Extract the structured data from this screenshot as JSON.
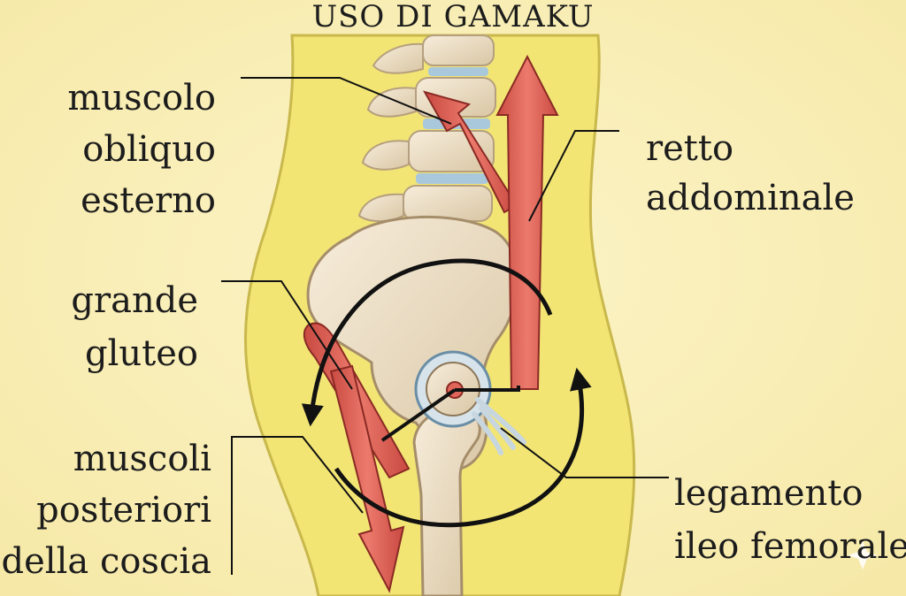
{
  "title": "USO DI GAMAKU",
  "labels": {
    "obliquo_esterno": [
      "muscolo",
      "obliquo",
      "esterno"
    ],
    "retto_addominale": [
      "retto",
      "addominale"
    ],
    "grande_gluteo": [
      "grande",
      "gluteo"
    ],
    "muscoli_posteriori": [
      "muscoli",
      "posteriori",
      "della coscia"
    ],
    "legamento_ileo_femorale": [
      "legamento",
      "ileo femorale"
    ]
  },
  "colors": {
    "background": "#f9efb6",
    "body": "#f1e470",
    "bone": "#efe2c8",
    "muscle": "#e0655a",
    "disc": "#a9c8dc",
    "line": "#1a1a1a"
  }
}
